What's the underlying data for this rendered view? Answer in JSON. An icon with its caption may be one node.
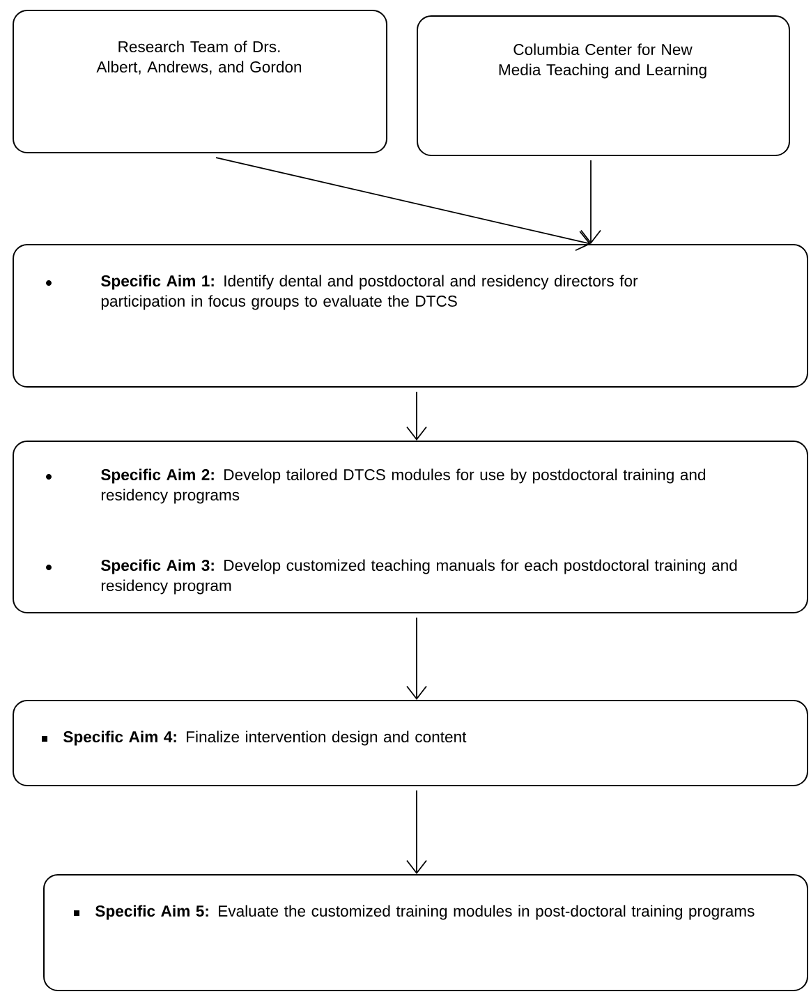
{
  "diagram": {
    "nodes": [
      {
        "text": [
          "Research Team of Drs. Albert, Andrews, and Gordon"
        ]
      },
      {
        "text": [
          "Columbia Center for New Media Teaching and Learning"
        ]
      },
      {
        "text": [
          "**Specific Aim 1:** Identify dental and postdoctoral and residency directors for participation in focus groups to evaluate the DTCS"
        ]
      },
      {
        "text": [
          "**Specific Aim 2:** Develop tailored DTCS modules for use by postdoctoral training and residency programs",
          "**Specific Aim 3:** Develop customized teaching manuals for each postdoctoral training and residency program"
        ]
      },
      {
        "text": [
          "**Specific Aim 4:** Finalize intervention design and content"
        ]
      },
      {
        "text": [
          "**Specific Aim 5:** Evaluate the customized training modules in post-doctoral training programs"
        ]
      }
    ],
    "edges": [
      {
        "from": 0,
        "to": 2,
        "arrow": "to"
      },
      {
        "from": 1,
        "to": 2,
        "arrow": "to"
      },
      {
        "from": 2,
        "to": 3,
        "arrow": "to"
      },
      {
        "from": 3,
        "to": 4,
        "arrow": "to"
      },
      {
        "from": 4,
        "to": 5,
        "arrow": "to"
      }
    ]
  }
}
